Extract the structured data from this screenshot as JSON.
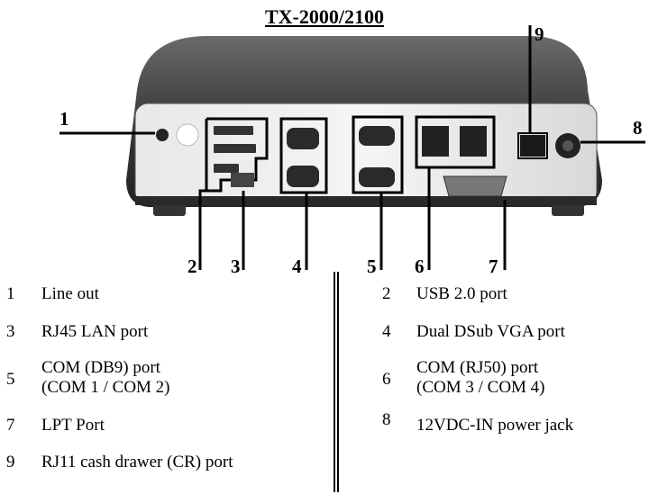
{
  "title": "TX-2000/2100",
  "callouts": {
    "c1": "1",
    "c2": "2",
    "c3": "3",
    "c4": "4",
    "c5": "5",
    "c6": "6",
    "c7": "7",
    "c8": "8",
    "c9": "9"
  },
  "legend": [
    {
      "num": "1",
      "text": "Line out"
    },
    {
      "num": "2",
      "text": "USB 2.0 port"
    },
    {
      "num": "3",
      "text": "RJ45 LAN port"
    },
    {
      "num": "4",
      "text": "Dual DSub VGA port"
    },
    {
      "num": "5",
      "line1": "COM (DB9) port",
      "line2": "(COM 1 / COM 2)"
    },
    {
      "num": "6",
      "line1": "COM (RJ50) port",
      "line2": "(COM 3 / COM 4)"
    },
    {
      "num": "7",
      "text": "LPT Port"
    },
    {
      "num": "8",
      "text": "12VDC-IN power jack"
    },
    {
      "num": "9",
      "text": "RJ11 cash drawer (CR) port"
    }
  ]
}
